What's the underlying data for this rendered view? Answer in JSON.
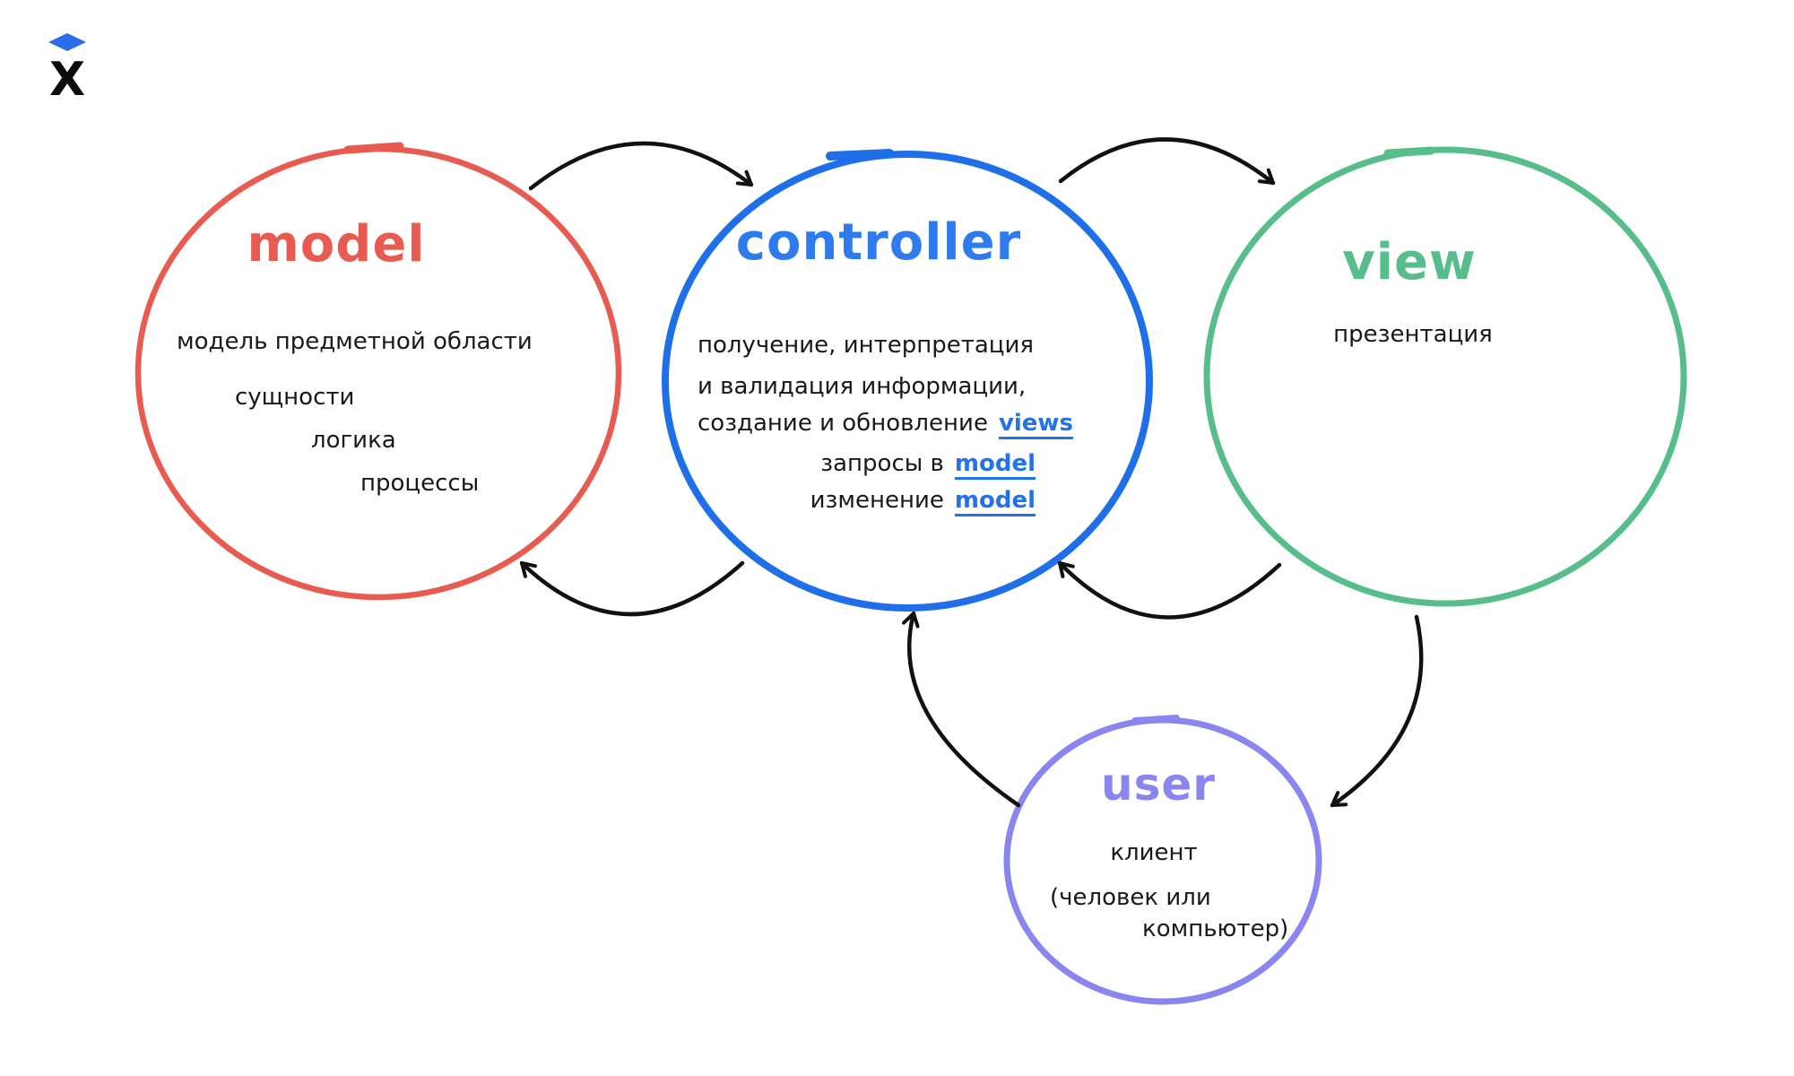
{
  "logo": {
    "letter": "X",
    "diamond_color": "#2b6de8",
    "letter_color": "#0a0a0a"
  },
  "diagram": {
    "arrow_color": "#111111",
    "model": {
      "title": "model",
      "color": "#e85b50",
      "text_color": "#191919",
      "lines": [
        "модель предметной области",
        "сущности",
        "логика",
        "процессы"
      ]
    },
    "controller": {
      "title": "controller",
      "color": "#1e6fe8",
      "title_color": "#2e7bee",
      "link_color": "#2273e9",
      "lines": [
        {
          "text": "получение, интерпретация"
        },
        {
          "text": "и валидация информации,"
        },
        {
          "text": "создание и обновление",
          "link": "views"
        },
        {
          "text": "запросы в",
          "link": "model"
        },
        {
          "text": "изменение",
          "link": "model"
        }
      ]
    },
    "view": {
      "title": "view",
      "color": "#57bd8b",
      "lines": [
        "презентация"
      ]
    },
    "user": {
      "title": "user",
      "color": "#8a85ef",
      "lines": [
        "клиент",
        "(человек или",
        "компьютер)"
      ]
    }
  }
}
